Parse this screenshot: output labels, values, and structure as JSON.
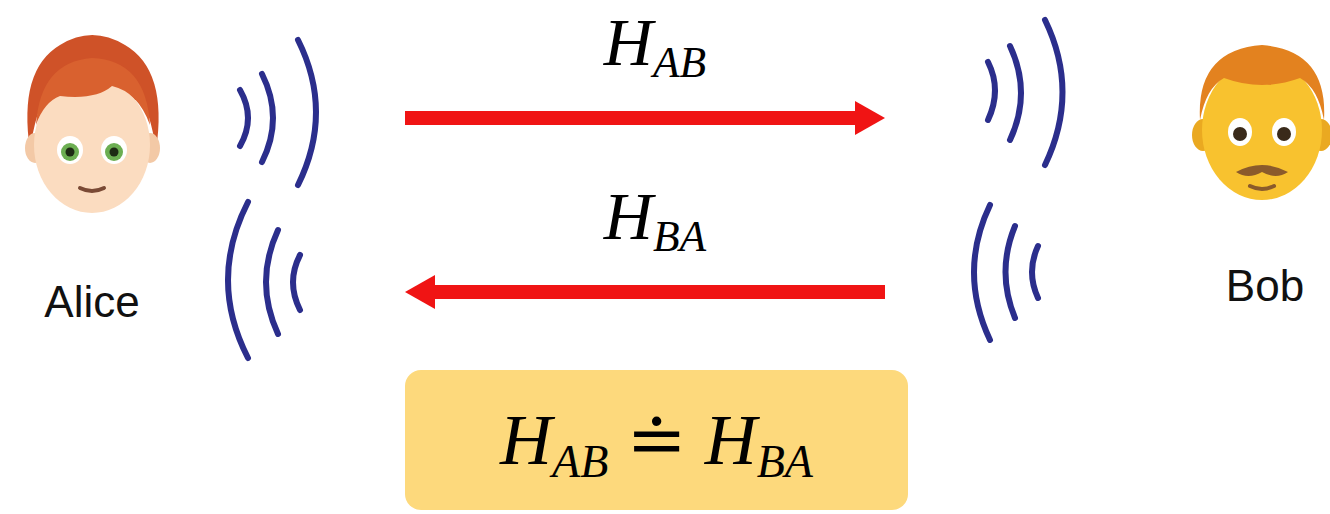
{
  "diagram": {
    "nodes": [
      {
        "text": [
          "Alice"
        ]
      },
      {
        "text": [
          "Bob"
        ]
      },
      {
        "text": [
          "HAB ≐ HBA"
        ]
      }
    ],
    "edges": [
      {
        "from": 0,
        "to": 1,
        "arrow": "to",
        "label": "HAB"
      },
      {
        "from": 1,
        "to": 0,
        "arrow": "to",
        "label": "HBA"
      }
    ]
  }
}
